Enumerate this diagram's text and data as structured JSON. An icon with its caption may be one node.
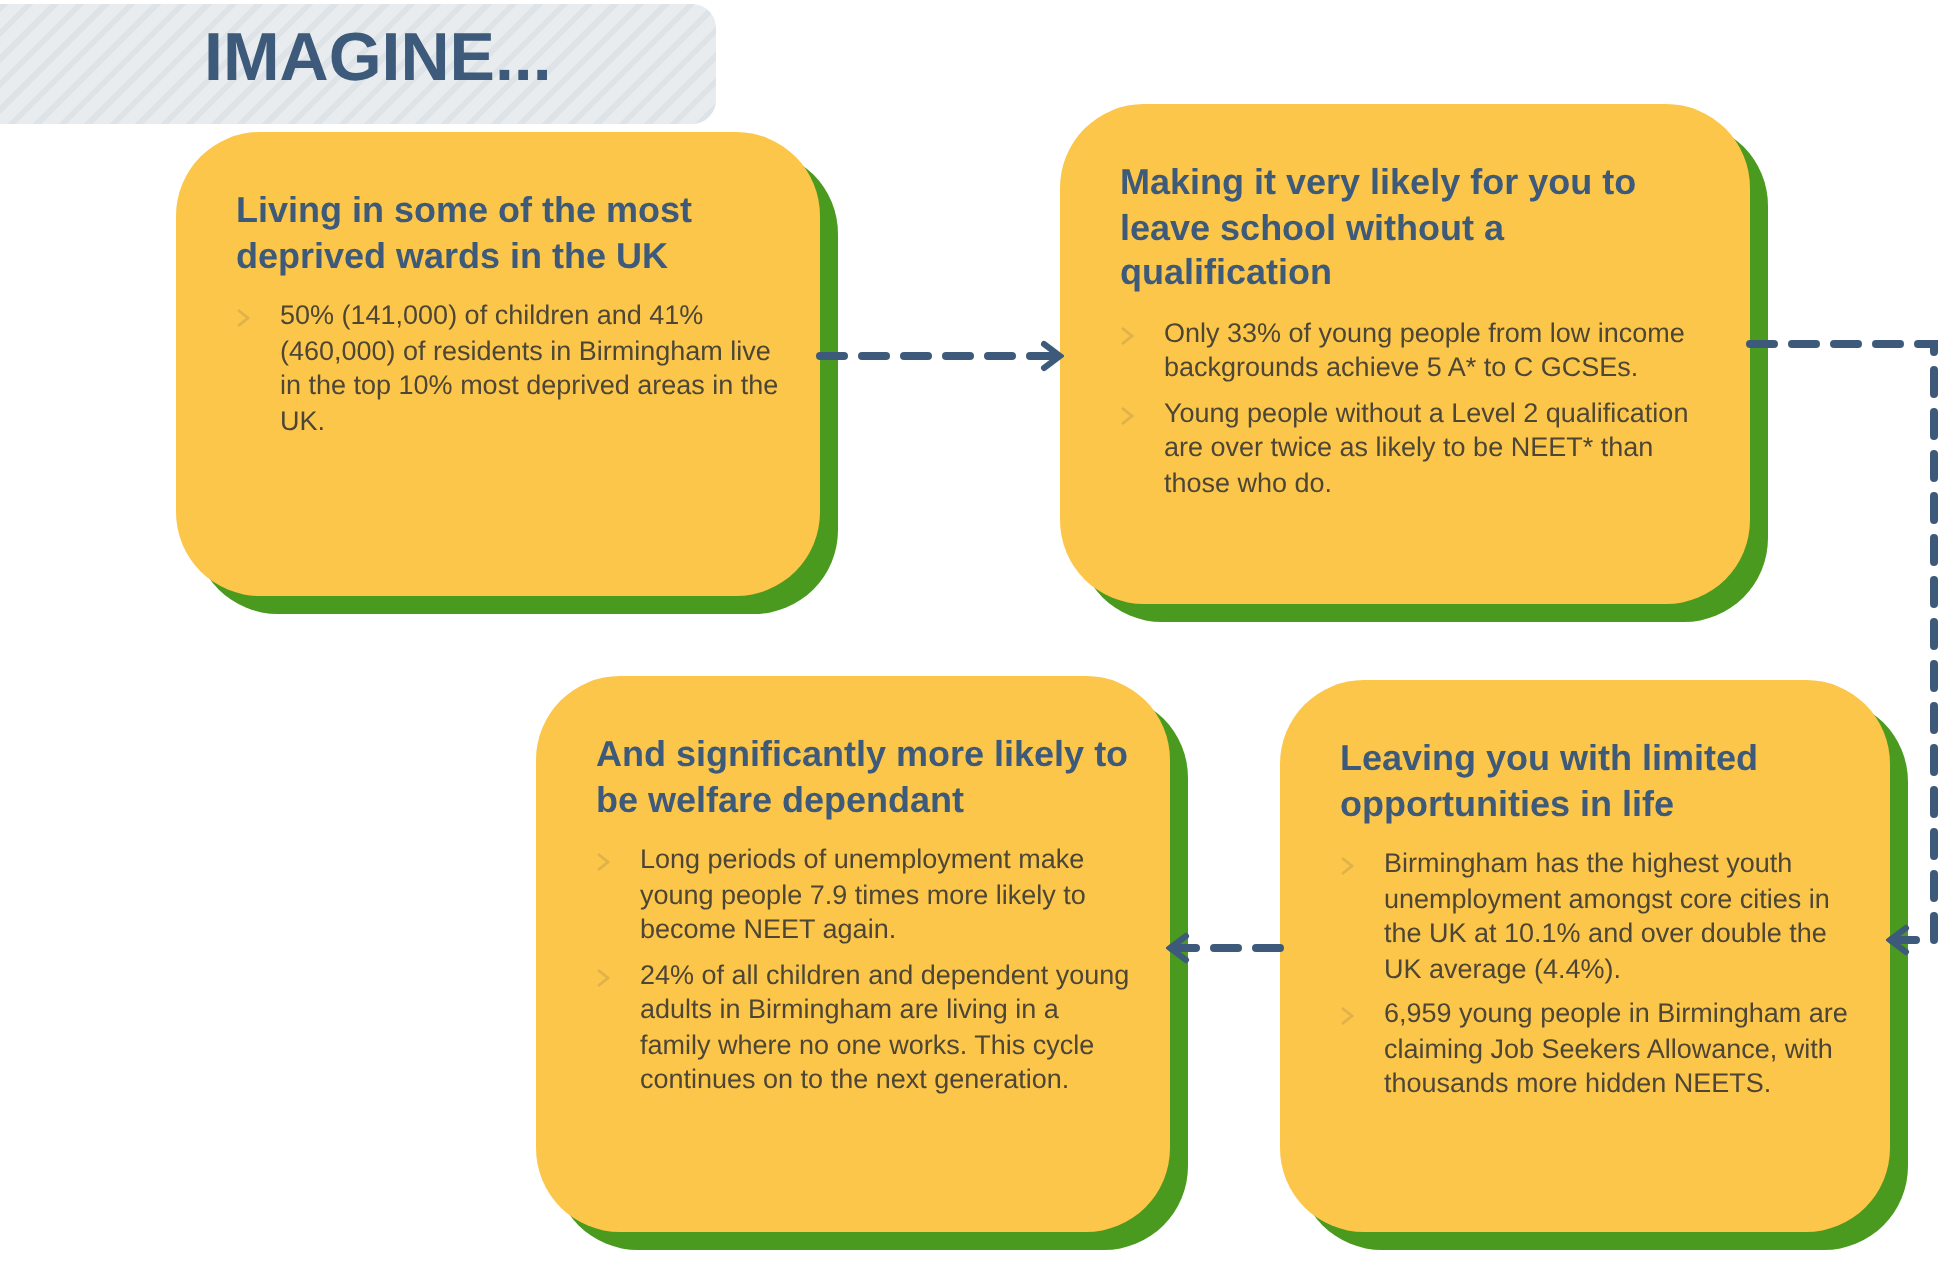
{
  "diagram": {
    "title": "IMAGINE...",
    "nodes": [
      {
        "text": [
          "Living in some of the most deprived wards in the UK",
          "50% (141,000) of children and 41% (460,000) of residents in Birmingham live in the top 10% most deprived areas in the UK."
        ]
      },
      {
        "text": [
          "Making it very likely for you to leave school without a qualification",
          "Only 33% of young people from low income backgrounds achieve 5 A* to C GCSEs.",
          "Young people without a Level 2 qualification are over twice as likely to be NEET* than those who do."
        ]
      },
      {
        "text": [
          "And significantly more likely to be welfare dependant",
          "Long periods of unemployment make young people 7.9 times more likely to become NEET again.",
          "24% of all children and dependent young adults in Birmingham are living in a family where no one works. This cycle continues on to the next generation."
        ]
      },
      {
        "text": [
          "Leaving you with limited opportunities in life",
          "Birmingham has the highest youth unemployment amongst core cities in the UK at 10.1% and over double the UK average (4.4%).",
          "6,959 young people in Birmingham are claiming Job Seekers Allowance, with thousands more hidden NEETS."
        ]
      }
    ],
    "edges": [
      {
        "from": 0,
        "to": 1,
        "arrow": "to",
        "style": "dashed"
      },
      {
        "from": 1,
        "to": 3,
        "arrow": "to",
        "style": "dashed"
      },
      {
        "from": 3,
        "to": 2,
        "arrow": "to",
        "style": "dashed"
      }
    ]
  }
}
